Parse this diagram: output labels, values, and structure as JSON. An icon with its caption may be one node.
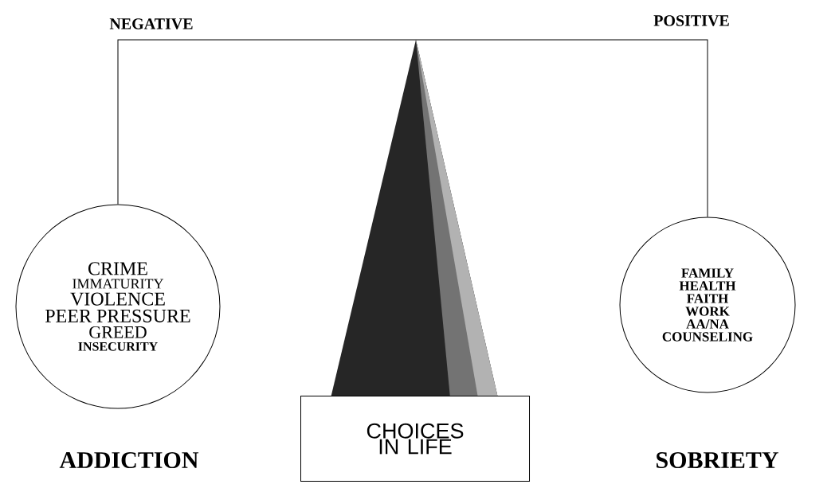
{
  "diagram": {
    "nodes": [
      {
        "text": [
          "CRIME",
          "IMMATURITY",
          "VIOLENCE",
          "PEER PRESSURE",
          "GREED",
          "INSECURITY"
        ],
        "beside": [
          "ADDICTION"
        ]
      },
      {
        "text": [
          "FAMILY",
          "HEALTH",
          "FAITH",
          "WORK",
          "AA/NA",
          "COUNSELING"
        ],
        "beside": [
          "SOBRIETY"
        ]
      },
      {
        "text": [
          "CHOICES IN LIFE"
        ]
      }
    ],
    "labels": [
      "NEGATIVE",
      "POSITIVE"
    ],
    "edges": [
      {
        "from": 0,
        "to": 1,
        "arrow": "none"
      }
    ]
  }
}
